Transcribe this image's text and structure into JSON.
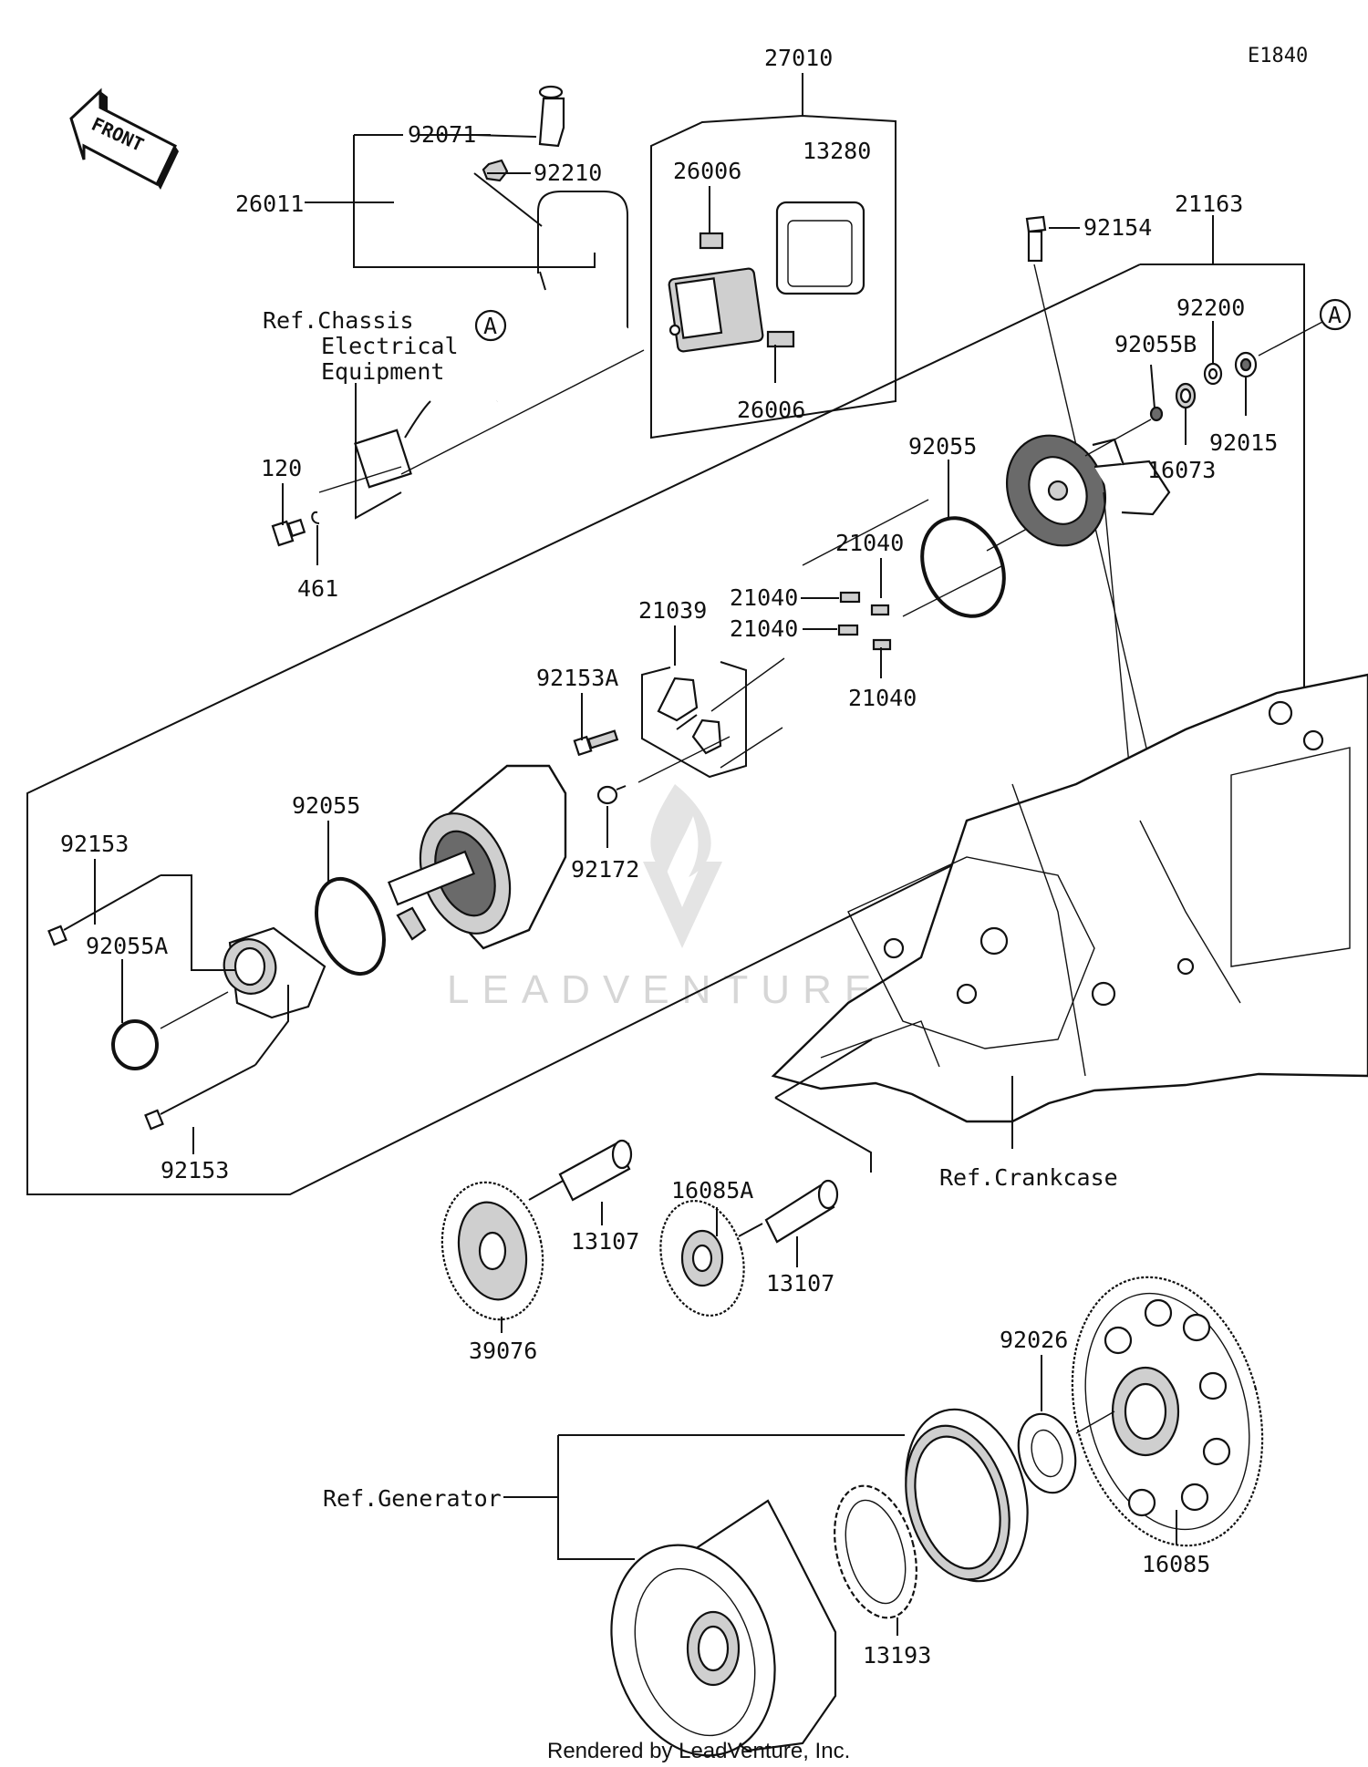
{
  "diagram_code": "E1840",
  "front_label": "FRONT",
  "footer": "Rendered by LeadVenture, Inc.",
  "watermark": "LEADVENTURE",
  "callout_a": "A",
  "parts": {
    "p27010": "27010",
    "p92071": "92071",
    "p92210": "92210",
    "p26011": "26011",
    "p26006_top": "26006",
    "p13280": "13280",
    "p26006_bottom": "26006",
    "p92154": "92154",
    "p21163": "21163",
    "p92200": "92200",
    "p92055B": "92055B",
    "p92015": "92015",
    "p16073": "16073",
    "p92055_top": "92055",
    "p21040_a": "21040",
    "p21040_b": "21040",
    "p21040_c": "21040",
    "p21040_d": "21040",
    "p21039": "21039",
    "p92153A": "92153A",
    "p120": "120",
    "p461": "461",
    "p92172": "92172",
    "p92055_mid": "92055",
    "p92153_top": "92153",
    "p92055A": "92055A",
    "p92153_bottom": "92153",
    "p16085A": "16085A",
    "p13107_a": "13107",
    "p13107_b": "13107",
    "p39076": "39076",
    "p92026": "92026",
    "p16085": "16085",
    "p13193": "13193"
  },
  "refs": {
    "chassis_line1": "Ref.Chassis",
    "chassis_line2": "Electrical",
    "chassis_line3": "Equipment",
    "crankcase": "Ref.Crankcase",
    "generator": "Ref.Generator"
  }
}
